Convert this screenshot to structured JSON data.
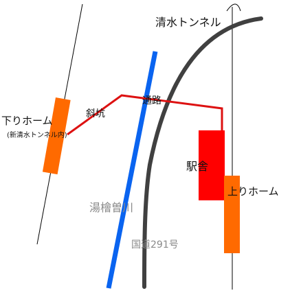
{
  "map": {
    "labels": {
      "tunnel": "清水トンネル",
      "down_platform": "下りホーム",
      "down_platform_note": "(新清水トンネル内)",
      "inclined_shaft": "斜坑",
      "passage": "通路",
      "station_building": "駅舎",
      "up_platform": "上りホーム",
      "river": "湯檜曽川",
      "road": "国道291号"
    },
    "colors": {
      "platform": "#ff6a00",
      "station": "#ff0000",
      "passage_line": "#dd1111",
      "river": "#0a64f0",
      "railway": "#404040",
      "outline": "#000000"
    }
  }
}
